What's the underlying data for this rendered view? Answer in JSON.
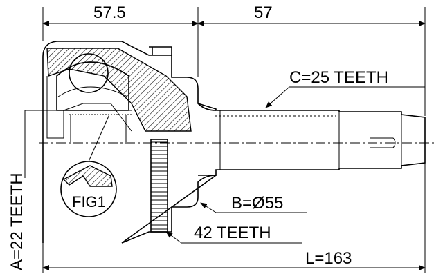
{
  "dimensions": {
    "dim_left": "57.5",
    "dim_right": "57",
    "total_length": "L=163"
  },
  "callouts": {
    "shaft_spline": "C=25 TEETH",
    "diameter": "B=Ø55",
    "abs_ring": "42 TEETH",
    "inner_spline": "A=22 TEETH",
    "detail": "FIG1"
  },
  "colors": {
    "line": "#000000",
    "background": "#ffffff"
  }
}
